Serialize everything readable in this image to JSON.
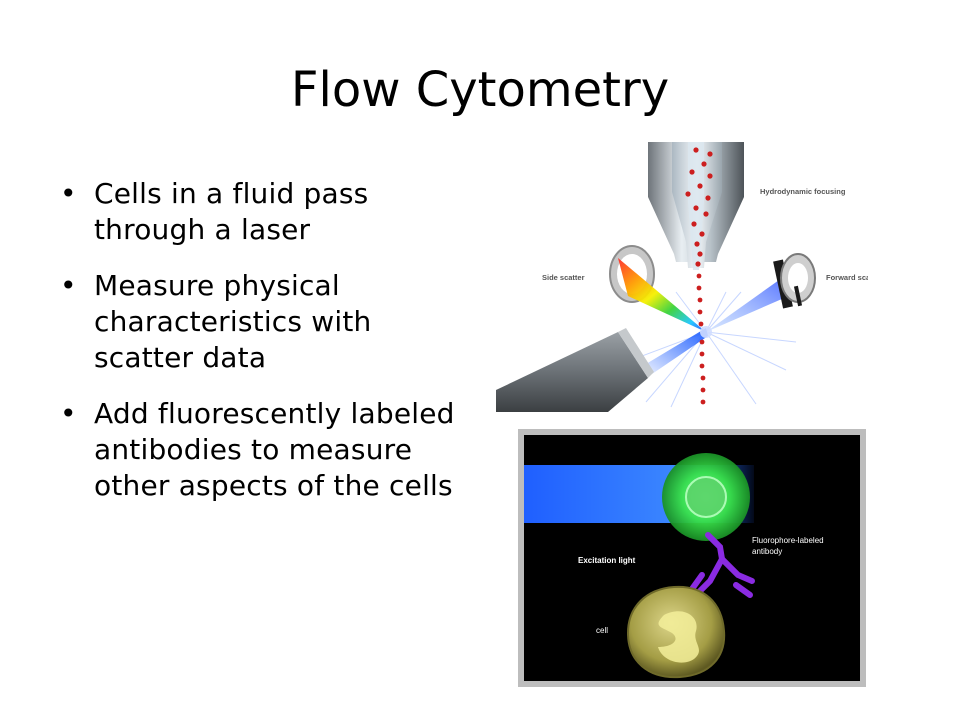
{
  "slide": {
    "title": "Flow Cytometry",
    "bullets": [
      "Cells in a fluid pass through a laser",
      "Measure physical characteristics with scatter data",
      "Add fluorescently labeled antibodies to measure other aspects of the cells"
    ],
    "bullet_glyph": "•"
  },
  "figure_top": {
    "labels": {
      "hydrodynamic": "Hydrodynamic focusing",
      "side": "Side scatter",
      "forward": "Forward scatter"
    }
  },
  "figure_bottom": {
    "labels": {
      "excitation": "Excitation light",
      "fluorophore_line1": "Fluorophore-labeled",
      "fluorophore_line2": "antibody",
      "cell": "cell"
    }
  },
  "colors": {
    "laser_blue": "#1f5fff",
    "stream_dot": "#cc1f1f",
    "fluorophore_green": "#39e24a",
    "antibody_purple": "#8a2be2",
    "cell_olive": "#b5ad52",
    "panel_bg": "#000000"
  }
}
